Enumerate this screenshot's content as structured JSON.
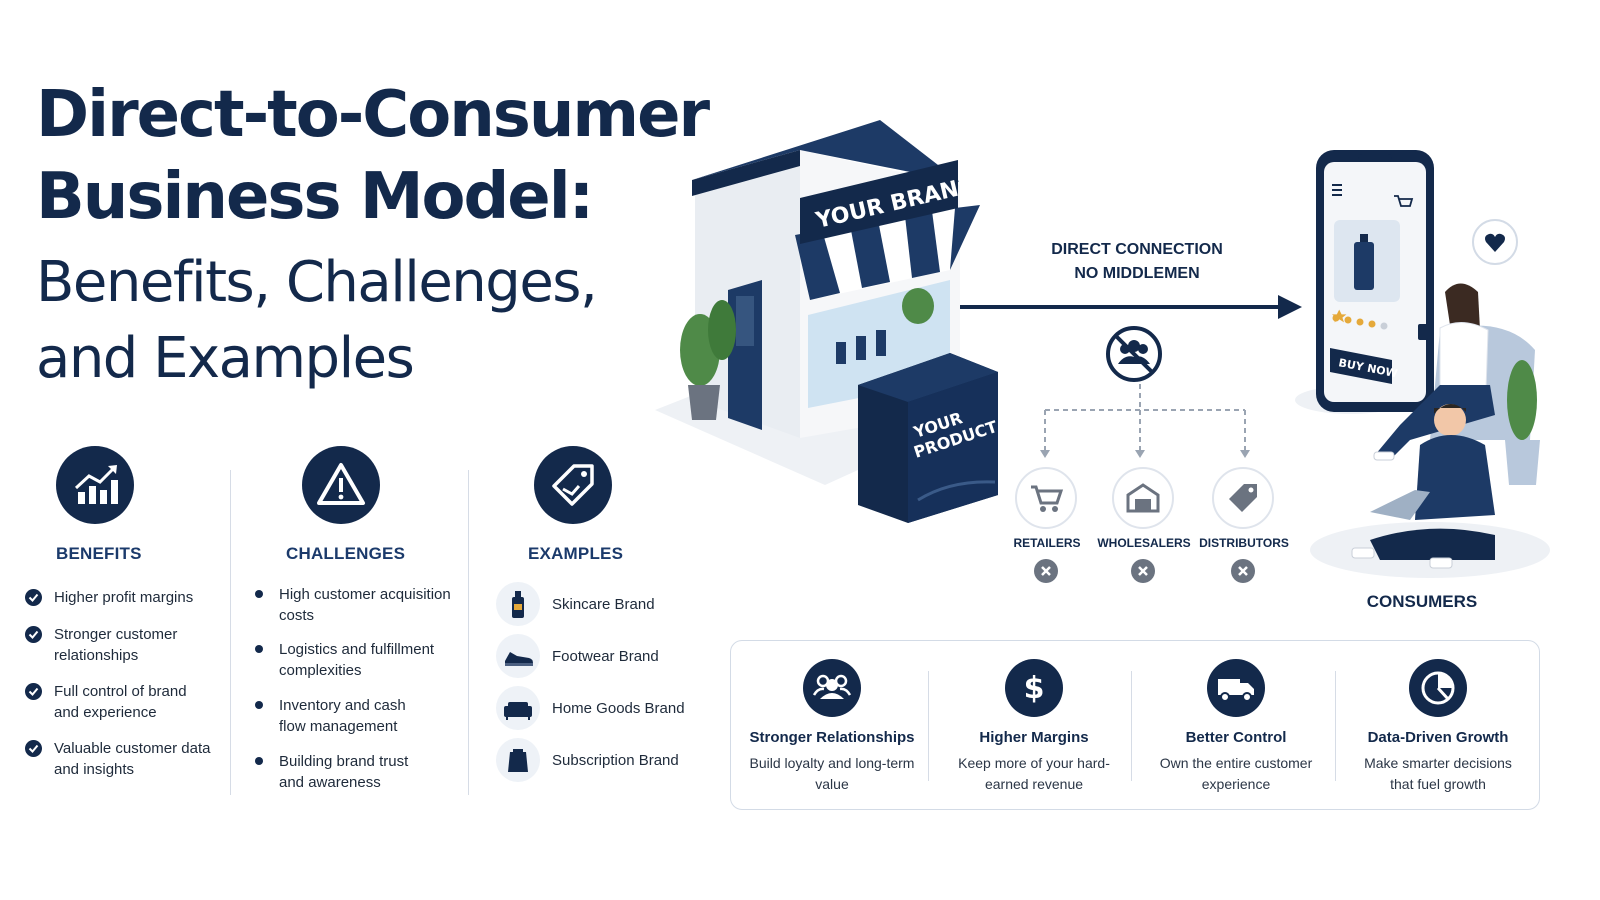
{
  "title": {
    "line1": "Direct-to-Consumer",
    "line2": "Business Model:",
    "line3": "Benefits, Challenges,",
    "line4": "and Examples"
  },
  "colors": {
    "navy": "#13294b",
    "accent": "#1b3a6b",
    "muted": "#6b7380"
  },
  "columns": {
    "benefits": {
      "title": "BENEFITS",
      "icon": "growth-chart-icon",
      "items": [
        "Higher profit margins",
        "Stronger customer relationships",
        "Full control of brand and experience",
        "Valuable customer data and insights"
      ]
    },
    "challenges": {
      "title": "CHALLENGES",
      "icon": "warning-icon",
      "items": [
        "High customer acquisition costs",
        "Logistics and fulfillment complexities",
        "Inventory and cash flow management",
        "Building brand trust and awareness"
      ]
    },
    "examples": {
      "title": "EXAMPLES",
      "icon": "tag-icon",
      "items": [
        {
          "label": "Skincare Brand",
          "icon": "bottle-icon"
        },
        {
          "label": "Footwear Brand",
          "icon": "shoe-icon"
        },
        {
          "label": "Home Goods Brand",
          "icon": "sofa-icon"
        },
        {
          "label": "Subscription Brand",
          "icon": "package-icon"
        }
      ]
    }
  },
  "illustration": {
    "store_sign": "YOUR BRAND",
    "box_label_1": "YOUR",
    "box_label_2": "PRODUCT",
    "flow_line1": "DIRECT CONNECTION",
    "flow_line2": "NO MIDDLEMEN",
    "phone_button": "BUY NOW",
    "consumers": "CONSUMERS",
    "middlemen": [
      {
        "label": "RETAILERS",
        "icon": "cart-icon"
      },
      {
        "label": "WHOLESALERS",
        "icon": "warehouse-icon"
      },
      {
        "label": "DISTRIBUTORS",
        "icon": "price-tag-icon"
      }
    ]
  },
  "panel": [
    {
      "title": "Stronger Relationships",
      "desc": "Build loyalty and long-term value",
      "icon": "people-icon"
    },
    {
      "title": "Higher Margins",
      "desc": "Keep more of your hard-earned revenue",
      "icon": "dollar-icon"
    },
    {
      "title": "Better Control",
      "desc": "Own the entire customer experience",
      "icon": "truck-icon"
    },
    {
      "title": "Data-Driven Growth",
      "desc": "Make smarter decisions that fuel growth",
      "icon": "pie-chart-icon"
    }
  ]
}
